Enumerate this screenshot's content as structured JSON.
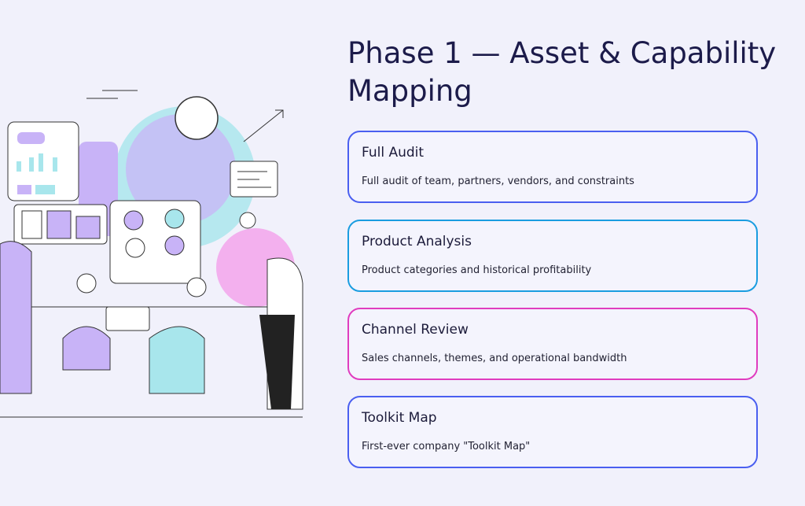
{
  "title": "Phase 1 — Asset & Capability Mapping",
  "cards": [
    {
      "heading": "Full Audit",
      "description": "Full audit of team, partners, vendors, and constraints",
      "color": "#4a5ff0"
    },
    {
      "heading": "Product Analysis",
      "description": "Product categories and historical profitability",
      "color": "#1a9de0"
    },
    {
      "heading": "Channel Review",
      "description": "Sales channels, themes, and operational bandwidth",
      "color": "#e03cbf"
    },
    {
      "heading": "Toolkit Map",
      "description": "First-ever company \"Toolkit Map\"",
      "color": "#4a5ff0"
    }
  ]
}
